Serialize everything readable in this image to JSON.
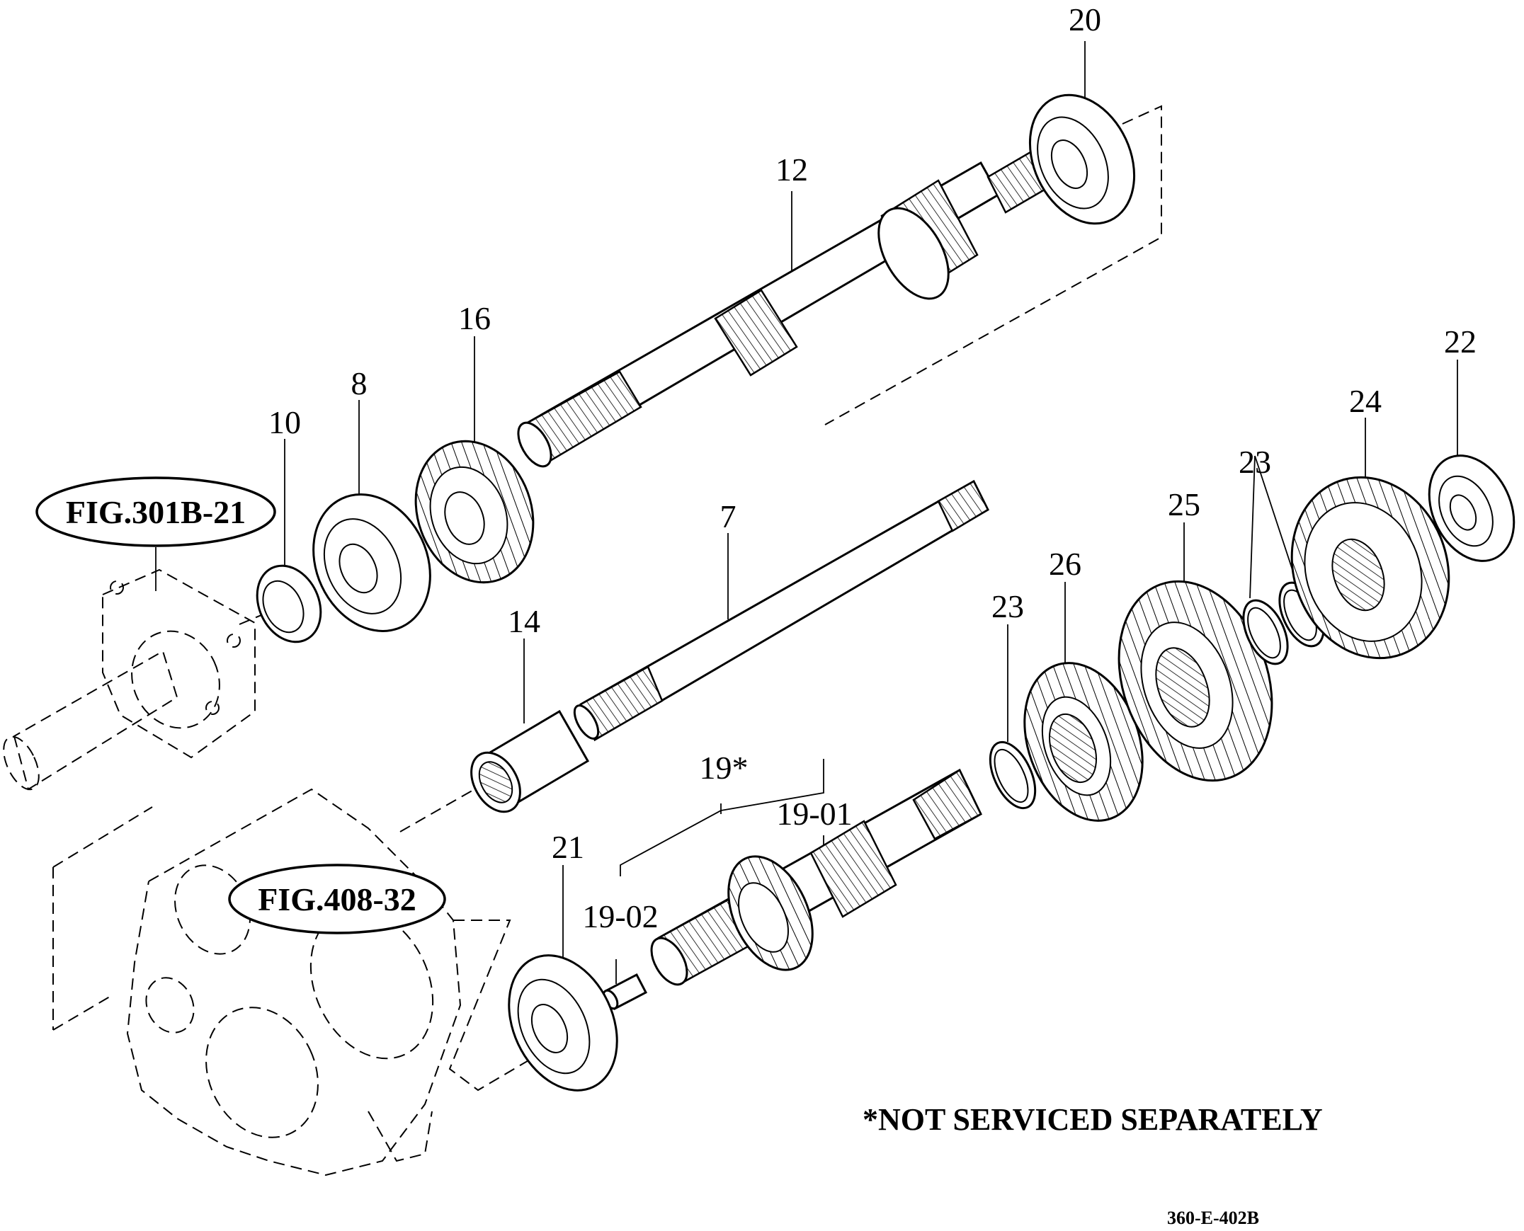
{
  "callouts": {
    "c20": "20",
    "c12": "12",
    "c16": "16",
    "c8": "8",
    "c10": "10",
    "c7": "7",
    "c14": "14",
    "c22": "22",
    "c24": "24",
    "c23a": "23",
    "c25": "25",
    "c26": "26",
    "c23b": "23",
    "c19": "19*",
    "c1901": "19-01",
    "c21": "21",
    "c1902": "19-02"
  },
  "figure_refs": {
    "fig301": "FIG.301B-21",
    "fig408": "FIG.408-32"
  },
  "note": "*NOT SERVICED SEPARATELY",
  "drawing_code": "360-E-402B"
}
